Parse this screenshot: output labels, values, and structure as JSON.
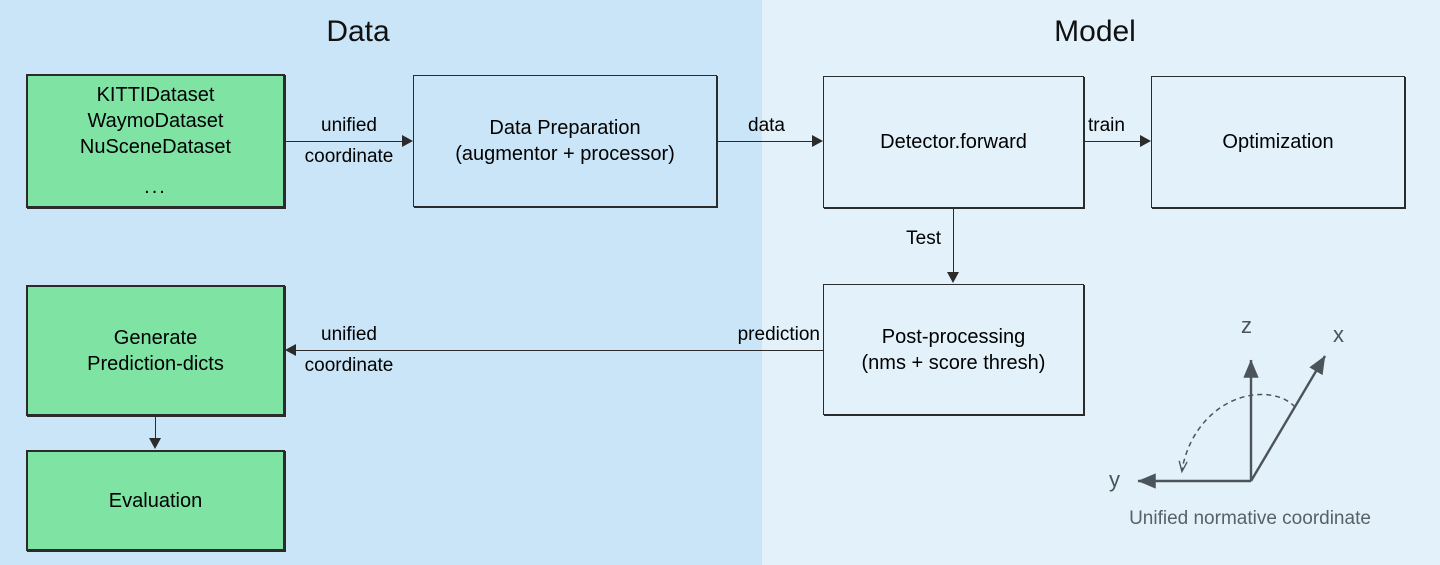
{
  "panels": {
    "data": {
      "title": "Data",
      "bg": "#c9e5f7"
    },
    "model": {
      "title": "Model",
      "bg": "#e2f1fa"
    }
  },
  "nodes": {
    "datasets": {
      "lines": [
        "KITTIDataset",
        "WaymoDataset",
        "NuSceneDataset"
      ],
      "ellipsis": "...",
      "fill": "#7ee3a3"
    },
    "data_preparation": {
      "lines": [
        "Data Preparation",
        "(augmentor + processor)"
      ]
    },
    "detector_forward": {
      "lines": [
        "Detector.forward"
      ]
    },
    "optimization": {
      "lines": [
        "Optimization"
      ]
    },
    "post_processing": {
      "lines": [
        "Post-processing",
        "(nms + score thresh)"
      ]
    },
    "generate_prediction_dicts": {
      "lines": [
        "Generate",
        "Prediction-dicts"
      ],
      "fill": "#7ee3a3"
    },
    "evaluation": {
      "lines": [
        "Evaluation"
      ],
      "fill": "#7ee3a3"
    }
  },
  "edges": {
    "datasets_to_prep": {
      "line1": "unified",
      "line2": "coordinate"
    },
    "prep_to_detector": {
      "label": "data"
    },
    "detector_to_optimization": {
      "label": "train"
    },
    "detector_to_post": {
      "label": "Test"
    },
    "post_to_generate_right": {
      "label": "prediction"
    },
    "post_to_generate_left": {
      "line1": "unified",
      "line2": "coordinate"
    }
  },
  "coordinate_frame": {
    "axis_z": "z",
    "axis_x": "x",
    "axis_y": "y",
    "caption": "Unified normative coordinate",
    "stroke": "#4d5459"
  }
}
